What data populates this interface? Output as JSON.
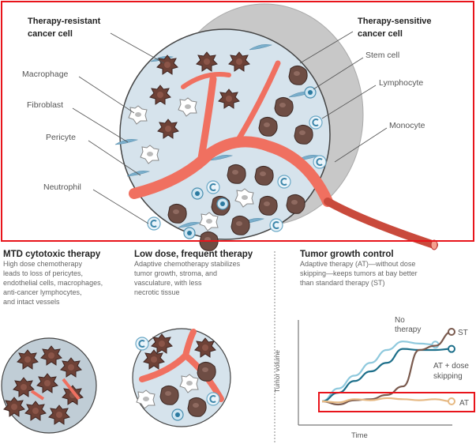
{
  "top_illustration": {
    "labels": {
      "resistant_1": "Therapy-resistant",
      "resistant_2": "cancer cell",
      "sensitive_1": "Therapy-sensitive",
      "sensitive_2": "cancer cell",
      "stem": "Stem cell",
      "lymphocyte": "Lymphocyte",
      "monocyte": "Monocyte",
      "macrophage": "Macrophage",
      "fibroblast": "Fibroblast",
      "pericyte": "Pericyte",
      "neutrophil": "Neutrophil"
    }
  },
  "panels": [
    {
      "title": "MTD cytotoxic therapy",
      "lines": [
        "High dose chemotherapy",
        "leads to loss of pericytes,",
        "endothelial cells, macrophages,",
        "anti-cancer lymphocytes,",
        "and intact vessels"
      ]
    },
    {
      "title": "Low dose, frequent therapy",
      "lines": [
        "Adaptive chemotherapy stabilizes",
        "tumor growth, stroma, and",
        "vasculature, with less",
        "necrotic tissue"
      ]
    },
    {
      "title": "Tumor growth control",
      "lines": [
        "Adaptive therapy (AT)—without dose",
        "skipping—keeps tumors at bay better",
        "than standard therapy (ST)"
      ]
    }
  ],
  "chart_data": {
    "type": "line",
    "xlabel": "Time",
    "ylabel": "Tumor volume",
    "x": [
      0,
      1,
      2,
      3,
      4,
      5,
      6,
      7,
      8
    ],
    "series": [
      {
        "name": "No therapy",
        "label_1": "No",
        "label_2": "therapy",
        "color": "#8fc9dd",
        "values": [
          1,
          2.2,
          3.4,
          4.6,
          5.8,
          6.6,
          6.4,
          6.3,
          null
        ]
      },
      {
        "name": "AT + dose skipping",
        "label_1": "AT + dose",
        "label_2": "skipping",
        "color": "#1d6f8a",
        "values": [
          1,
          1.8,
          2.9,
          3.8,
          4.6,
          5.9,
          5.8,
          5.8,
          5.9
        ]
      },
      {
        "name": "ST",
        "label_1": "ST",
        "color": "#7a5a4e",
        "values": [
          1,
          0.7,
          1.1,
          1.2,
          1.6,
          2.4,
          5.8,
          6.2,
          7.5
        ]
      },
      {
        "name": "AT",
        "label_1": "AT",
        "color": "#e6b983",
        "values": [
          1,
          0.9,
          1.2,
          1.1,
          1.3,
          1.2,
          1.1,
          1.2,
          1.0
        ]
      }
    ]
  },
  "colors": {
    "highlight": "#e8141b",
    "vessel": "#f07060",
    "tissue": "#d6e3ec",
    "capsule": "#c9c9c9"
  }
}
